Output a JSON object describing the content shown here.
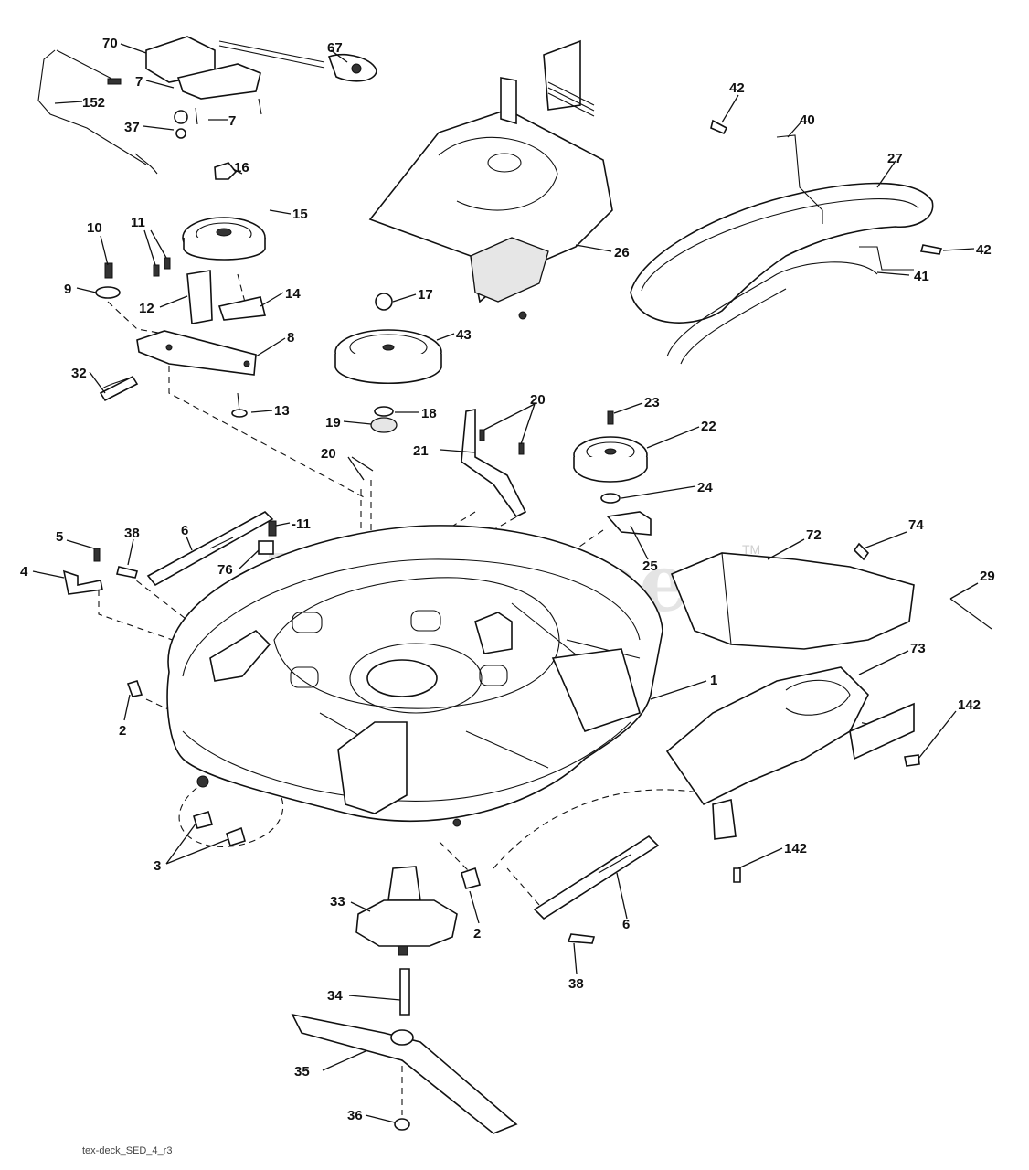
{
  "watermark": {
    "text": "PartsTree",
    "tm": "TM"
  },
  "footer_code": "tex-deck_SED_4_r3",
  "callouts": [
    {
      "id": "c70",
      "text": "70"
    },
    {
      "id": "c67",
      "text": "67"
    },
    {
      "id": "c7a",
      "text": "7"
    },
    {
      "id": "c7b",
      "text": "7"
    },
    {
      "id": "c152",
      "text": "152"
    },
    {
      "id": "c37",
      "text": "37"
    },
    {
      "id": "c16",
      "text": "16"
    },
    {
      "id": "c15",
      "text": "15"
    },
    {
      "id": "c10",
      "text": "10"
    },
    {
      "id": "c11a",
      "text": "11"
    },
    {
      "id": "c9",
      "text": "9"
    },
    {
      "id": "c12",
      "text": "12"
    },
    {
      "id": "c14",
      "text": "14"
    },
    {
      "id": "c8",
      "text": "8"
    },
    {
      "id": "c32",
      "text": "32"
    },
    {
      "id": "c13",
      "text": "13"
    },
    {
      "id": "c17",
      "text": "17"
    },
    {
      "id": "c43",
      "text": "43"
    },
    {
      "id": "c18",
      "text": "18"
    },
    {
      "id": "c19",
      "text": "19"
    },
    {
      "id": "c26",
      "text": "26"
    },
    {
      "id": "c42a",
      "text": "42"
    },
    {
      "id": "c40",
      "text": "40"
    },
    {
      "id": "c27",
      "text": "27"
    },
    {
      "id": "c42b",
      "text": "42"
    },
    {
      "id": "c41",
      "text": "41"
    },
    {
      "id": "c20a",
      "text": "20"
    },
    {
      "id": "c23",
      "text": "23"
    },
    {
      "id": "c21",
      "text": "21"
    },
    {
      "id": "c22",
      "text": "22"
    },
    {
      "id": "c24",
      "text": "24"
    },
    {
      "id": "c25",
      "text": "25"
    },
    {
      "id": "c20b",
      "text": "20"
    },
    {
      "id": "c38a",
      "text": "38"
    },
    {
      "id": "c5",
      "text": "5"
    },
    {
      "id": "c6a",
      "text": "6"
    },
    {
      "id": "c11b",
      "text": "-11"
    },
    {
      "id": "c4",
      "text": "4"
    },
    {
      "id": "c76",
      "text": "76"
    },
    {
      "id": "c72",
      "text": "72"
    },
    {
      "id": "c74",
      "text": "74"
    },
    {
      "id": "c29",
      "text": "29"
    },
    {
      "id": "c73",
      "text": "73"
    },
    {
      "id": "c1",
      "text": "1"
    },
    {
      "id": "c142a",
      "text": "142"
    },
    {
      "id": "c2a",
      "text": "2"
    },
    {
      "id": "c3",
      "text": "3"
    },
    {
      "id": "c142b",
      "text": "142"
    },
    {
      "id": "c33",
      "text": "33"
    },
    {
      "id": "c2b",
      "text": "2"
    },
    {
      "id": "c6b",
      "text": "6"
    },
    {
      "id": "c38b",
      "text": "38"
    },
    {
      "id": "c34",
      "text": "34"
    },
    {
      "id": "c35",
      "text": "35"
    },
    {
      "id": "c36",
      "text": "36"
    }
  ]
}
